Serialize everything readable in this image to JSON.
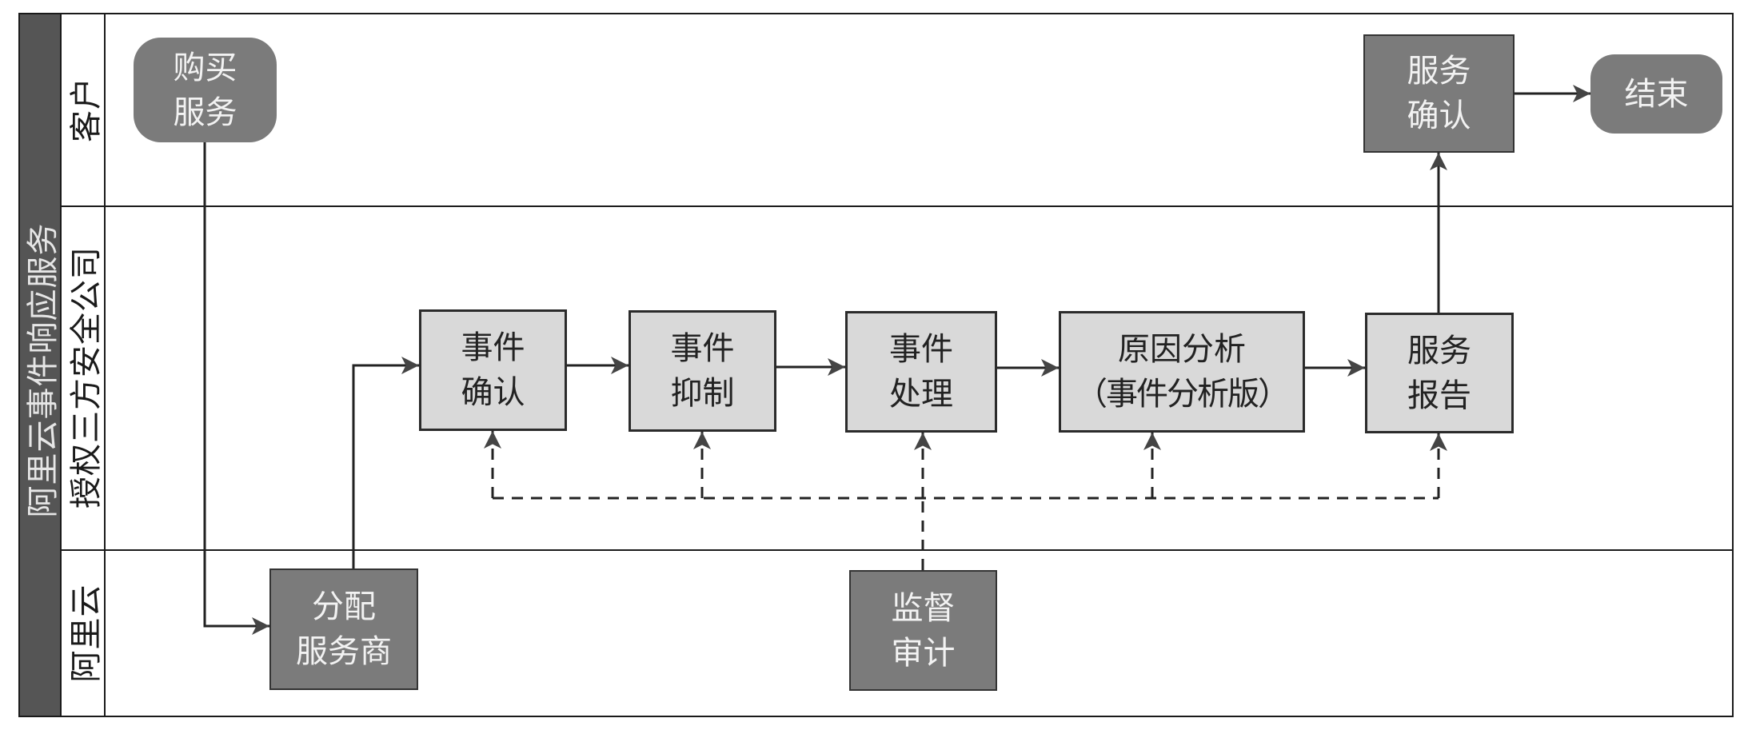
{
  "diagram": {
    "title": "阿里云事件响应服务",
    "lanes": [
      {
        "id": "customer",
        "label": "客户"
      },
      {
        "id": "partner",
        "label": "授权三方安全公司"
      },
      {
        "id": "aliyun",
        "label": "阿里云"
      }
    ],
    "nodes": {
      "buy_service": {
        "lines": [
          "购买",
          "服务"
        ],
        "lane": "customer",
        "shape": "rounded"
      },
      "service_confirm": {
        "lines": [
          "服务",
          "确认"
        ],
        "lane": "customer",
        "shape": "rect"
      },
      "end": {
        "lines": [
          "结束"
        ],
        "lane": "customer",
        "shape": "rounded"
      },
      "event_confirm": {
        "lines": [
          "事件",
          "确认"
        ],
        "lane": "partner",
        "shape": "rect"
      },
      "event_suppress": {
        "lines": [
          "事件",
          "抑制"
        ],
        "lane": "partner",
        "shape": "rect"
      },
      "event_handle": {
        "lines": [
          "事件",
          "处理"
        ],
        "lane": "partner",
        "shape": "rect"
      },
      "root_cause": {
        "lines": [
          "原因分析",
          "（事件分析版）"
        ],
        "lane": "partner",
        "shape": "rect"
      },
      "service_report": {
        "lines": [
          "服务",
          "报告"
        ],
        "lane": "partner",
        "shape": "rect"
      },
      "assign_provider": {
        "lines": [
          "分配",
          "服务商"
        ],
        "lane": "aliyun",
        "shape": "rect"
      },
      "supervise_audit": {
        "lines": [
          "监督",
          "审计"
        ],
        "lane": "aliyun",
        "shape": "rect"
      }
    },
    "edges": [
      {
        "from": "buy_service",
        "to": "assign_provider",
        "style": "solid"
      },
      {
        "from": "assign_provider",
        "to": "event_confirm",
        "style": "solid"
      },
      {
        "from": "event_confirm",
        "to": "event_suppress",
        "style": "solid"
      },
      {
        "from": "event_suppress",
        "to": "event_handle",
        "style": "solid"
      },
      {
        "from": "event_handle",
        "to": "root_cause",
        "style": "solid"
      },
      {
        "from": "root_cause",
        "to": "service_report",
        "style": "solid"
      },
      {
        "from": "service_report",
        "to": "service_confirm",
        "style": "solid"
      },
      {
        "from": "service_confirm",
        "to": "end",
        "style": "solid"
      },
      {
        "from": "supervise_audit",
        "to": "event_confirm",
        "style": "dashed"
      },
      {
        "from": "supervise_audit",
        "to": "event_suppress",
        "style": "dashed"
      },
      {
        "from": "supervise_audit",
        "to": "event_handle",
        "style": "dashed"
      },
      {
        "from": "supervise_audit",
        "to": "root_cause",
        "style": "dashed"
      },
      {
        "from": "supervise_audit",
        "to": "service_report",
        "style": "dashed"
      }
    ],
    "colors": {
      "title_band": "#555555",
      "dark_node": "#7b7b7b",
      "light_node": "#d9d9d9",
      "line": "#2b2b2b"
    }
  }
}
